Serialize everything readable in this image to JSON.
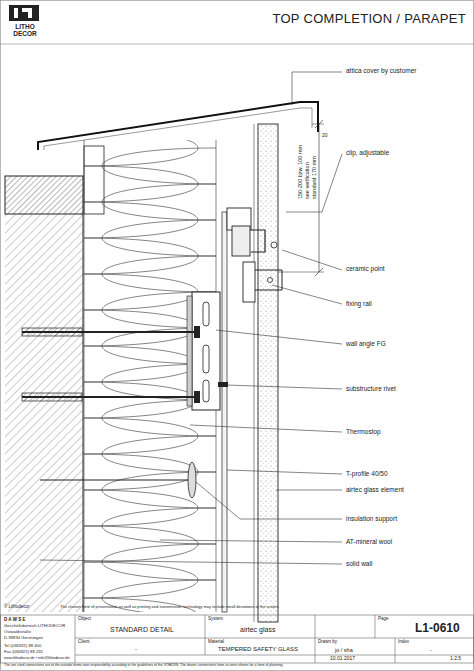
{
  "diagram": {
    "title": "TOP COMPLETION / PARAPET",
    "labels": [
      "LITHO DECOR",
      "attica cover by customer",
      "20",
      "150-200 bzw. 100 mm",
      "see verification",
      "standard 170 mm",
      "clip, adjustable",
      "ceramic point",
      "fixing rail",
      "wall angle FG",
      "substructure rivet",
      "Thermostop",
      "T-profile 40/50",
      "airtec glass element",
      "insulation support",
      "AT-mineral wool",
      "solid wall",
      "© Lithodecor",
      "The chosen form of presentation as well as printing and transmission technology may include small deviations of the scales.",
      "D A W  S E",
      "Geschäftsbereich LITHODECOR",
      "Ostwaldstraße",
      "D-99834 Gerstungen",
      "Tel (036922) 88 400",
      "Fax (036922) 88 232",
      "www.lithodecor.de • info@lithodecor.de",
      "Object",
      "STANDARD DETAIL",
      "System",
      "airtec glass",
      "Page",
      "L1-0610",
      "Client",
      "-",
      "Material",
      "TEMPERED SAFETY GLASS",
      "Drawn by",
      "jo / sha",
      "Index",
      "-",
      "10.01.2017",
      "1:2,5",
      "The are cited connections are at the outside forms own responsibility according to the guidelines of the VOB/DIN. The drawn connections from us were shown for a form of planning."
    ]
  }
}
